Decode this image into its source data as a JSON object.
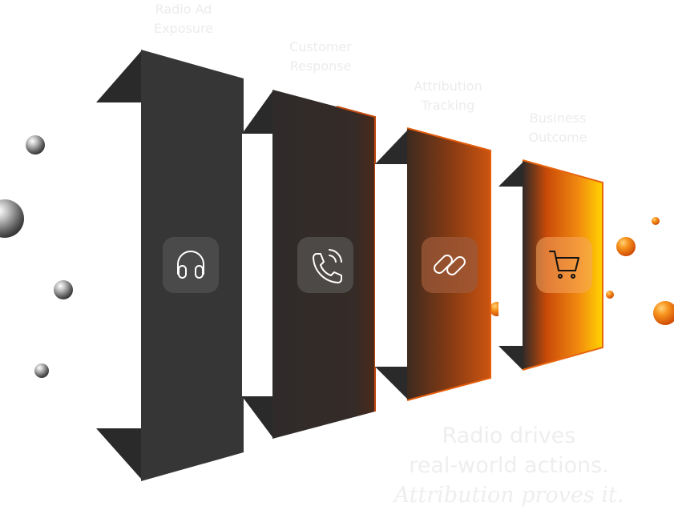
{
  "stages": [
    {
      "label": "Radio Ad\nExposure",
      "icon": "headphones-icon"
    },
    {
      "label": "Customer\nResponse",
      "icon": "phone-call-icon"
    },
    {
      "label": "Attribution\nTracking",
      "icon": "link-icon"
    },
    {
      "label": "Business\nOutcome",
      "icon": "shopping-cart-icon"
    }
  ],
  "tagline": {
    "line1": "Radio drives",
    "line2": "real-world actions.",
    "line3": "Attribution proves it."
  },
  "colors": {
    "panel_dark": "#363636",
    "panel_brown": "#352b27",
    "accent_orange": "#e8650f",
    "accent_yellow": "#ffd400",
    "sphere_grey": "#9a9a9a",
    "sphere_orange": "#f07a10"
  }
}
